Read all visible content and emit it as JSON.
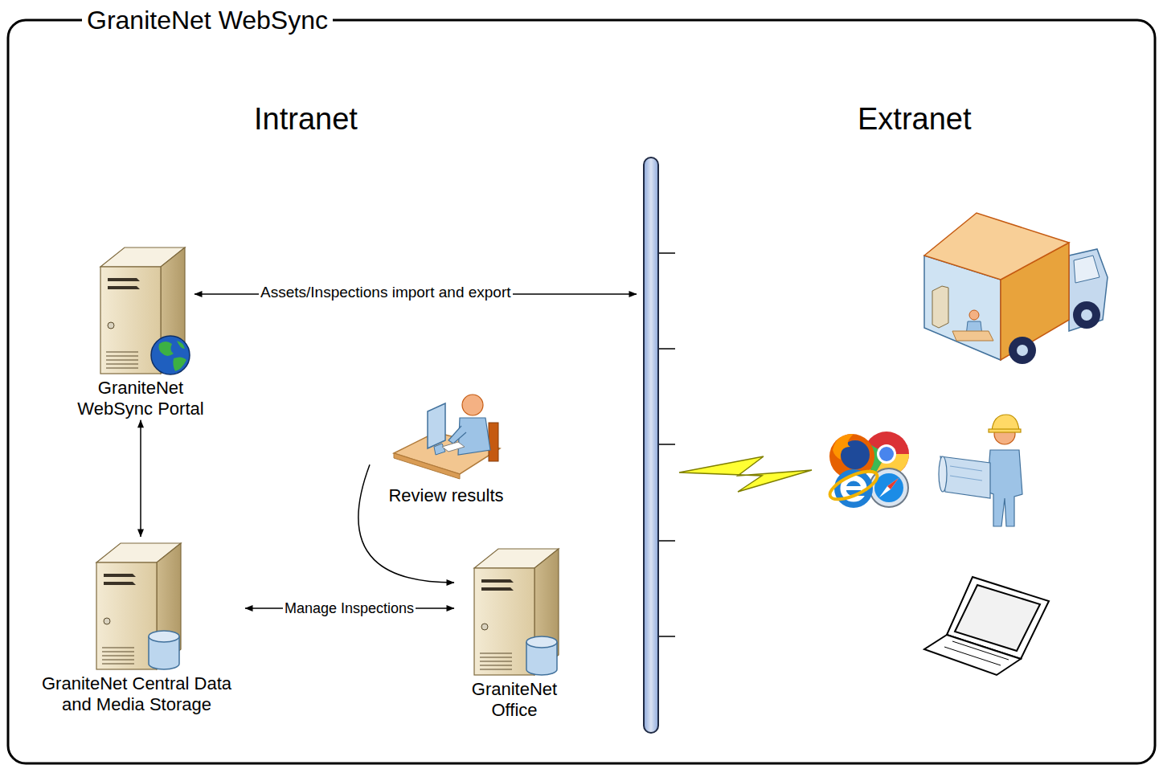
{
  "diagram": {
    "title": "GraniteNet WebSync",
    "nodes": [
      {
        "text": [
          "GraniteNet WebSync Portal"
        ]
      },
      {
        "text": [
          "Review results"
        ]
      },
      {
        "text": [
          "GraniteNet Central Data and Media Storage"
        ]
      },
      {
        "text": [
          "GraniteNet Office"
        ]
      }
    ],
    "edges": [
      {
        "from": 0,
        "to": 2,
        "arrow": "both"
      },
      {
        "from": 1,
        "to": 3,
        "arrow": "to"
      },
      {
        "from": 2,
        "to": 3,
        "label": "Manage Inspections",
        "arrow": "both"
      }
    ],
    "labels": [
      "Intranet",
      "Extranet",
      "Assets/Inspections import and export"
    ]
  }
}
